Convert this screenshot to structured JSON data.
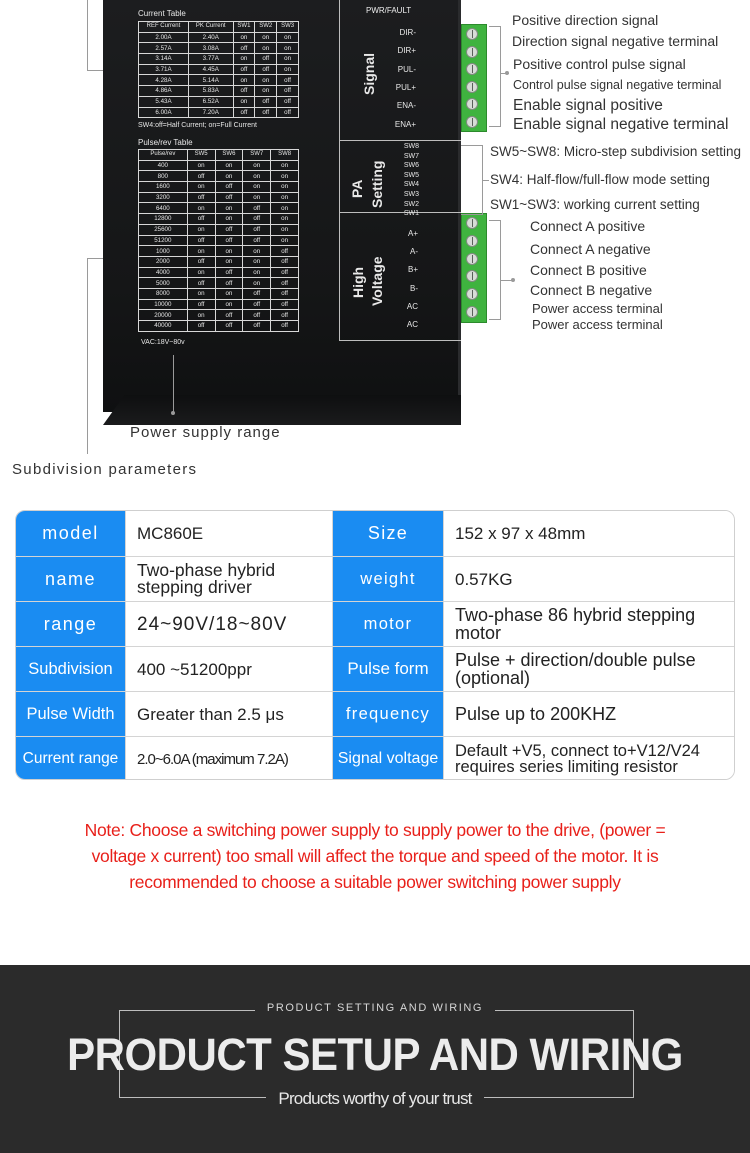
{
  "driver": {
    "current_table_title": "Current Table",
    "current_headers": [
      "REF Current",
      "PK Current",
      "SW1",
      "SW2",
      "SW3"
    ],
    "current_rows": [
      [
        "2.00A",
        "2.40A",
        "on",
        "on",
        "on"
      ],
      [
        "2.57A",
        "3.08A",
        "off",
        "on",
        "on"
      ],
      [
        "3.14A",
        "3.77A",
        "on",
        "off",
        "on"
      ],
      [
        "3.71A",
        "4.45A",
        "off",
        "off",
        "on"
      ],
      [
        "4.28A",
        "5.14A",
        "on",
        "on",
        "off"
      ],
      [
        "4.86A",
        "5.83A",
        "off",
        "on",
        "off"
      ],
      [
        "5.43A",
        "6.52A",
        "on",
        "off",
        "off"
      ],
      [
        "6.00A",
        "7.20A",
        "off",
        "off",
        "off"
      ]
    ],
    "sw4_note": "SW4:off=Half Current; on=Full Current",
    "pulse_table_title": "Pulse/rev Table",
    "pulse_headers": [
      "Pulse/rev",
      "SW5",
      "SW6",
      "SW7",
      "SW8"
    ],
    "pulse_rows": [
      [
        "400",
        "on",
        "on",
        "on",
        "on"
      ],
      [
        "800",
        "off",
        "on",
        "on",
        "on"
      ],
      [
        "1600",
        "on",
        "off",
        "on",
        "on"
      ],
      [
        "3200",
        "off",
        "off",
        "on",
        "on"
      ],
      [
        "6400",
        "on",
        "on",
        "off",
        "on"
      ],
      [
        "12800",
        "off",
        "on",
        "off",
        "on"
      ],
      [
        "25600",
        "on",
        "off",
        "off",
        "on"
      ],
      [
        "51200",
        "off",
        "off",
        "off",
        "on"
      ],
      [
        "1000",
        "on",
        "on",
        "on",
        "off"
      ],
      [
        "2000",
        "off",
        "on",
        "on",
        "off"
      ],
      [
        "4000",
        "on",
        "off",
        "on",
        "off"
      ],
      [
        "5000",
        "off",
        "off",
        "on",
        "off"
      ],
      [
        "8000",
        "on",
        "on",
        "off",
        "off"
      ],
      [
        "10000",
        "off",
        "on",
        "off",
        "off"
      ],
      [
        "20000",
        "on",
        "off",
        "off",
        "off"
      ],
      [
        "40000",
        "off",
        "off",
        "off",
        "off"
      ]
    ],
    "vac_note": "VAC:18V~80v",
    "pwr_fault": "PWR/FAULT",
    "signal_label": "Signal",
    "signal_pins": [
      "DIR-",
      "DIR+",
      "PUL-",
      "PUL+",
      "ENA-",
      "ENA+"
    ],
    "setting_label_1": "PA",
    "setting_label_2": "Setting",
    "sw_labels": [
      "SW8",
      "SW7",
      "SW6",
      "SW5",
      "SW4",
      "SW3",
      "SW2",
      "SW1"
    ],
    "hv_label_1": "High",
    "hv_label_2": "Voltage",
    "power_pins": [
      "A+",
      "A-",
      "B+",
      "B-",
      "AC",
      "AC"
    ]
  },
  "annotations": {
    "signal": [
      "Positive direction signal",
      "Direction signal negative terminal",
      "Positive control pulse signal",
      "Control pulse signal negative terminal",
      "Enable signal positive",
      "Enable signal negative terminal"
    ],
    "settings": [
      "SW5~SW8: Micro-step subdivision setting",
      "SW4: Half-flow/full-flow mode setting",
      "SW1~SW3: working current setting"
    ],
    "power": [
      "Connect A positive",
      "Connect A negative",
      "Connect B positive",
      "Connect B negative",
      "Power access terminal",
      "Power access terminal"
    ],
    "power_supply_range": "Power supply range",
    "subdivision_parameters": "Subdivision parameters"
  },
  "specs": [
    {
      "label_left": "model",
      "value_left": "MC860E",
      "label_right": "Size",
      "value_right": "152 x 97 x 48mm"
    },
    {
      "label_left": "name",
      "value_left": "Two-phase hybrid stepping driver",
      "label_right": "weight",
      "value_right": "0.57KG"
    },
    {
      "label_left": "range",
      "value_left": "24~90V/18~80V",
      "label_right": "motor",
      "value_right": "Two-phase 86 hybrid stepping motor"
    },
    {
      "label_left": "Subdivision",
      "value_left": "400 ~51200ppr",
      "label_right": "Pulse form",
      "value_right": "Pulse + direction/double pulse (optional)"
    },
    {
      "label_left": "Pulse Width",
      "value_left": "Greater than 2.5 μs",
      "label_right": "frequency",
      "value_right": "Pulse up to 200KHZ"
    },
    {
      "label_left": "Current range",
      "value_left": "2.0~6.0A (maximum 7.2A)",
      "label_right": "Signal voltage",
      "value_right": "Default +V5, connect to+V12/V24 requires series limiting resistor"
    }
  ],
  "note": {
    "line1": "Note: Choose a switching power supply to supply power to the drive, (power =",
    "line2": "voltage x current) too small will affect the torque and speed of the motor. It is",
    "line3": "recommended to choose a suitable power switching power supply"
  },
  "banner": {
    "small": "PRODUCT SETTING AND WIRING",
    "title": "PRODUCT SETUP AND WIRING",
    "subtitle": "Products worthy of your trust"
  },
  "colors": {
    "spec_label_bg": "#1a8cf2",
    "note_red": "#e8201a",
    "terminal_green": "#3fb33f",
    "banner_bg": "#2b2b2b"
  }
}
